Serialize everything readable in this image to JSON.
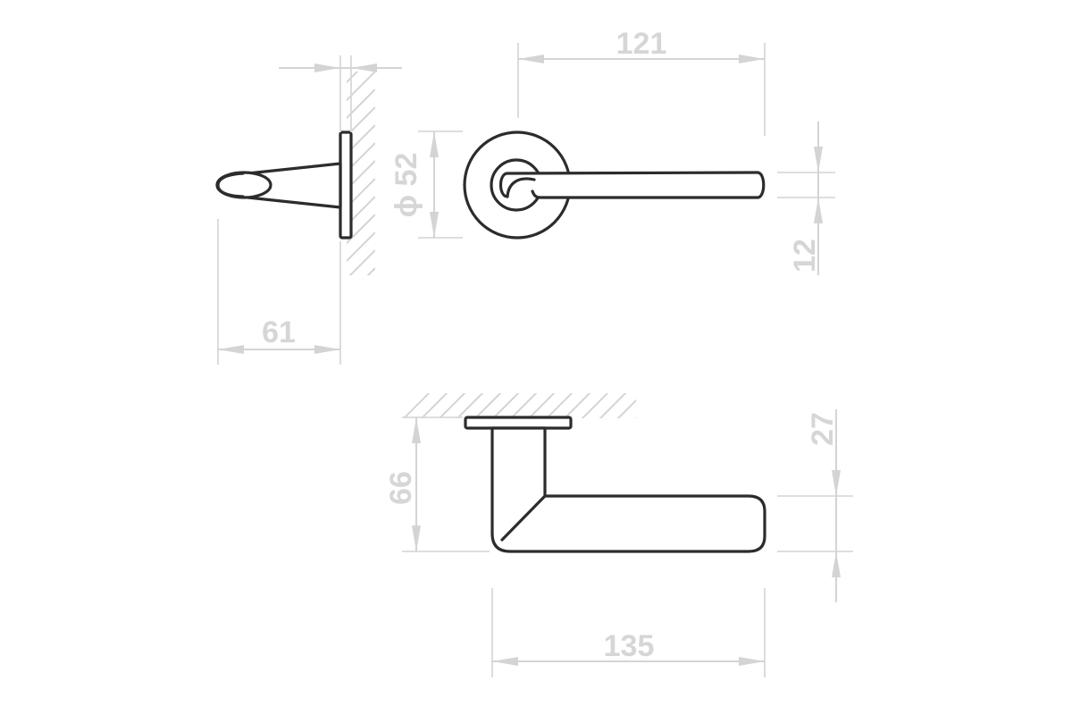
{
  "dimensions": {
    "projection": "61",
    "rose_diameter": "ϕ 52",
    "lever_length_top": "121",
    "lever_thickness": "12",
    "height_from_door": "66",
    "lever_height": "27",
    "lever_length_bottom": "135"
  },
  "colors": {
    "outline": "#2c2c2c",
    "dimension": "#d4d4d4",
    "background": "#ffffff"
  }
}
